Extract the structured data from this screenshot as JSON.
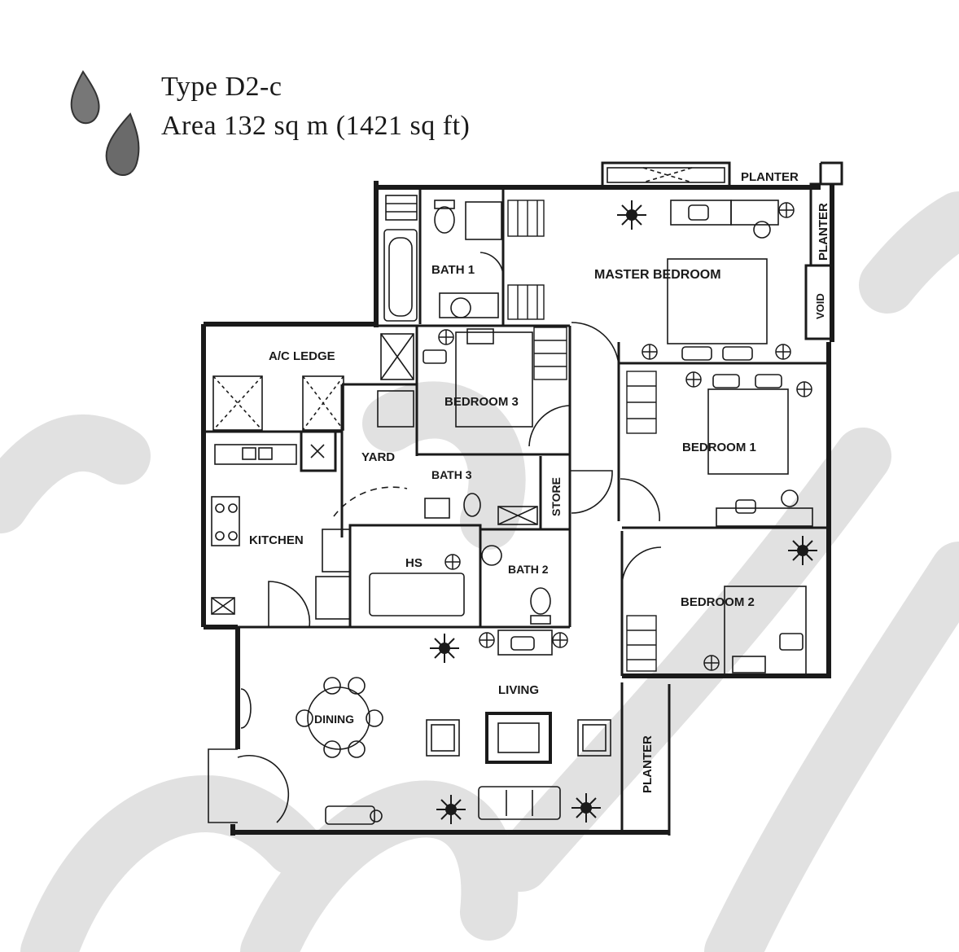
{
  "header": {
    "type_label": "Type D2-c",
    "area_label": "Area 132 sq m (1421 sq ft)"
  },
  "rooms": {
    "planter_top": "PLANTER",
    "planter_right": "PLANTER",
    "void": "VOID",
    "bath1": "BATH 1",
    "master_bedroom": "MASTER BEDROOM",
    "ac_ledge": "A/C LEDGE",
    "bedroom3": "BEDROOM 3",
    "bedroom1": "BEDROOM 1",
    "yard": "YARD",
    "bath3": "BATH 3",
    "store": "STORE",
    "kitchen": "KITCHEN",
    "hs": "HS",
    "bath2": "BATH 2",
    "bedroom2": "BEDROOM 2",
    "living": "LIVING",
    "dining": "DINING",
    "planter_bottom": "PLANTER"
  },
  "colors": {
    "wall": "#1a1a1a",
    "watermark": "#d9d9d9",
    "drop": "#6f6f6f"
  }
}
